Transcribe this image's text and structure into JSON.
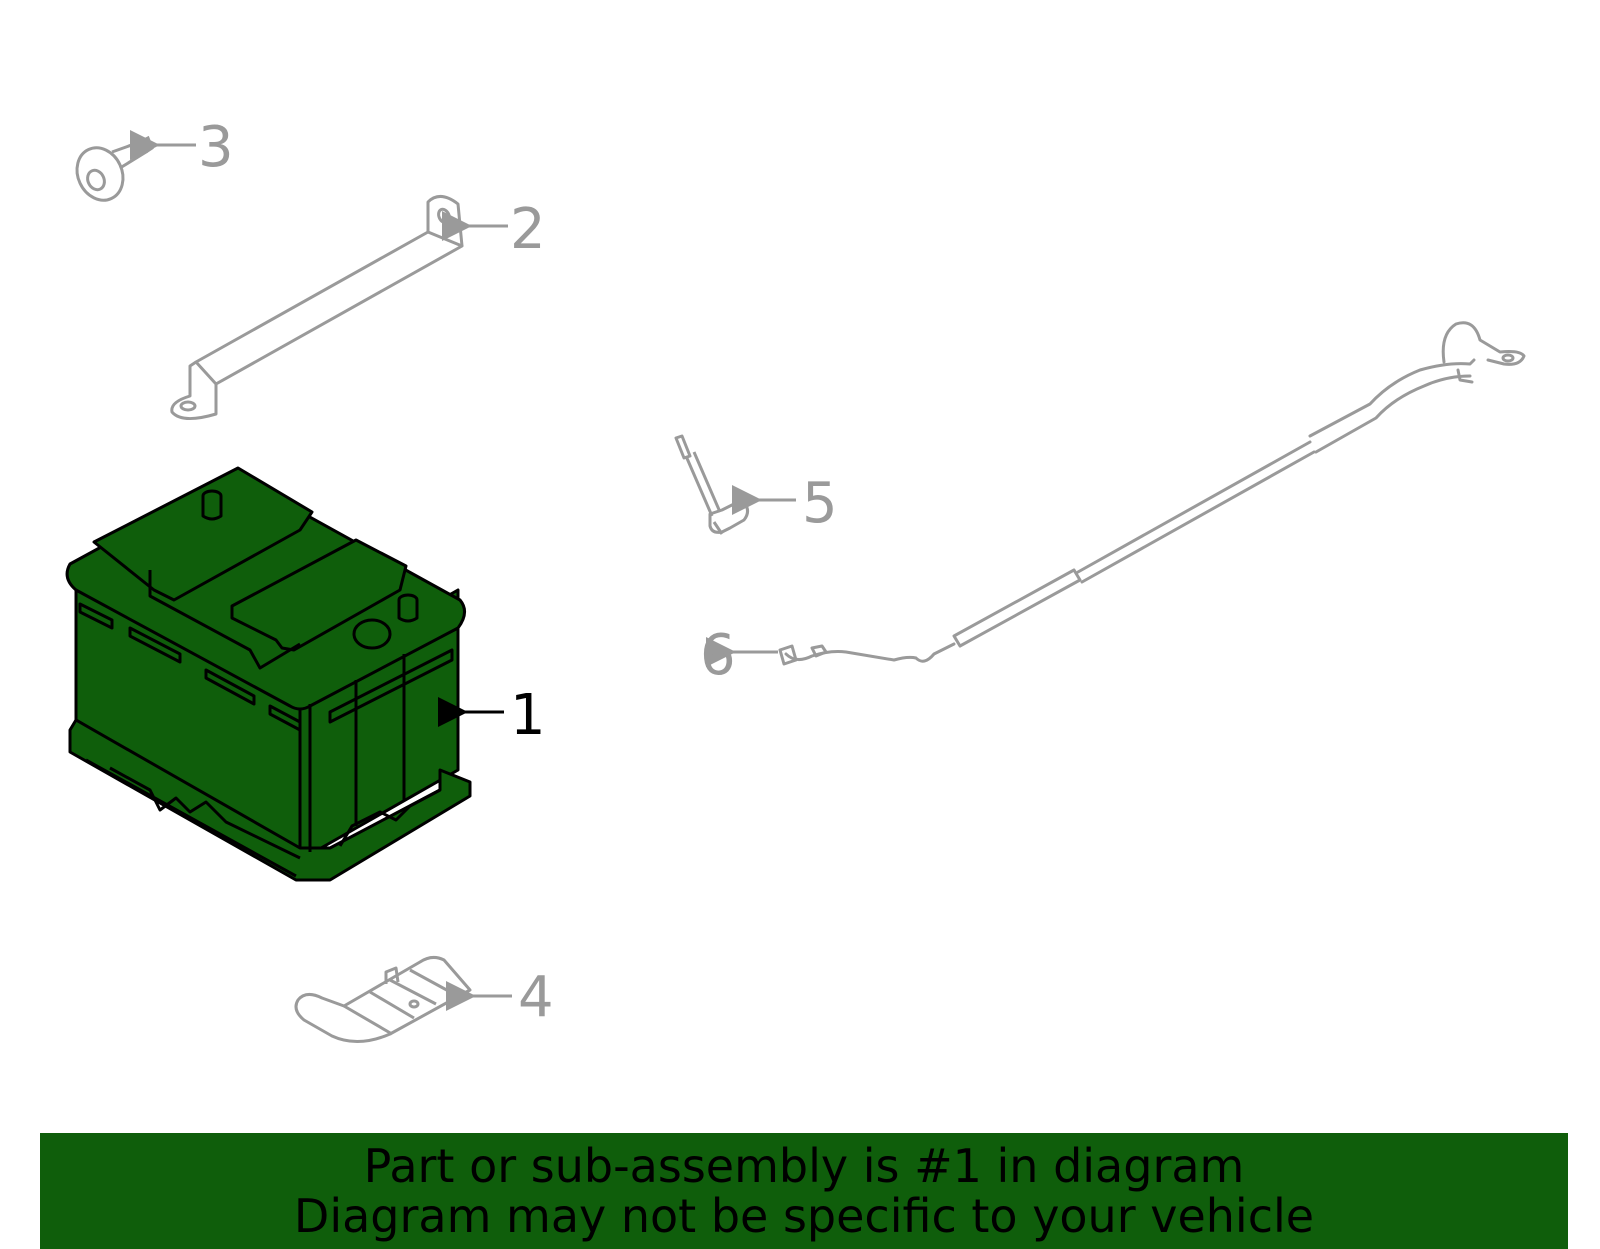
{
  "callouts": {
    "c1": "1",
    "c2": "2",
    "c3": "3",
    "c4": "4",
    "c5": "5",
    "c6": "6"
  },
  "highlight_part": "1",
  "banner": {
    "line1": "Part or sub-assembly is #1 in diagram",
    "line2": "Diagram may not be specific to your vehicle"
  },
  "colors": {
    "highlight": "#0f5e0b",
    "part_outline": "#9a9a9a",
    "banner": "#0f5e0b"
  }
}
